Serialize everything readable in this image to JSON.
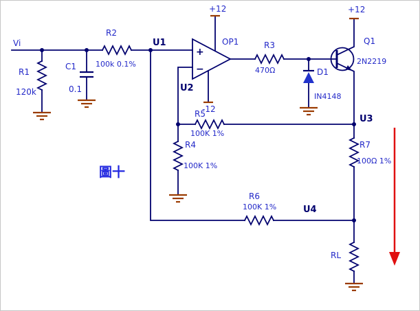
{
  "figure": {
    "caption": "圖十"
  },
  "colors": {
    "wire": "#00006e",
    "label": "#2228c8",
    "ground": "#9a3b00",
    "arrow": "#e01010",
    "diode_fill": "#2233cc"
  },
  "schematic": {
    "input": {
      "label": "Vi"
    },
    "nodes": {
      "u1": "U1",
      "u2": "U2",
      "u3": "U3",
      "u4": "U4"
    },
    "opamp": {
      "name": "OP1",
      "plus_pin": "+",
      "minus_pin": "−",
      "v_pos": "+12",
      "v_neg": "-12"
    },
    "transistor": {
      "name": "Q1",
      "part": "2N2219",
      "v_pos": "+12"
    },
    "diode": {
      "name": "D1",
      "part": "IN4148"
    },
    "capacitor": {
      "name": "C1",
      "value": "0.1"
    },
    "resistors": {
      "r1": {
        "name": "R1",
        "value": "120k"
      },
      "r2": {
        "name": "R2",
        "value": "100k 0.1%"
      },
      "r3": {
        "name": "R3",
        "value": "470Ω"
      },
      "r4": {
        "name": "R4",
        "value": "100K 1%"
      },
      "r5": {
        "name": "R5",
        "value": "100K 1%"
      },
      "r6": {
        "name": "R6",
        "value": "100K 1%"
      },
      "r7": {
        "name": "R7",
        "value": "100Ω 1%"
      },
      "rl": {
        "name": "RL"
      }
    }
  }
}
